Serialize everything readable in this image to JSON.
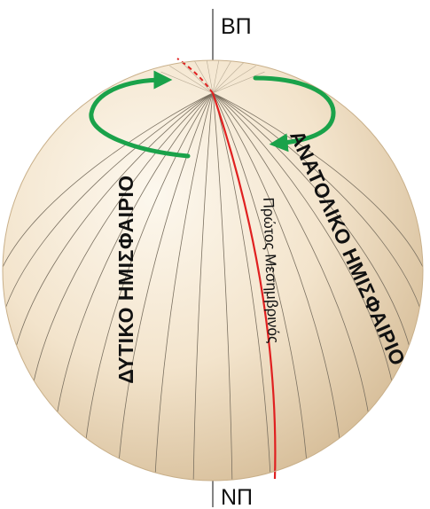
{
  "labels": {
    "north_pole": "ΒΠ",
    "south_pole": "ΝΠ",
    "western_hemisphere": "ΔΥΤΙΚΟ ΗΜΙΣΦΑΙΡΙΟ",
    "eastern_hemisphere": "ΑΝΑΤΟΛΙΚΟ ΗΜΙΣΦΑΙΡΙΟ",
    "prime_meridian": "Πρώτος Μεσημβρινός"
  },
  "colors": {
    "globe_light": "#fbf3e6",
    "globe_dark": "#d9c09b",
    "meridian_lines": "#7a7060",
    "prime_meridian": "#e02020",
    "rotation_arrows": "#1aa24a",
    "axis": "#333333"
  },
  "icons": {
    "rotation": "curved-arrow-icon"
  }
}
